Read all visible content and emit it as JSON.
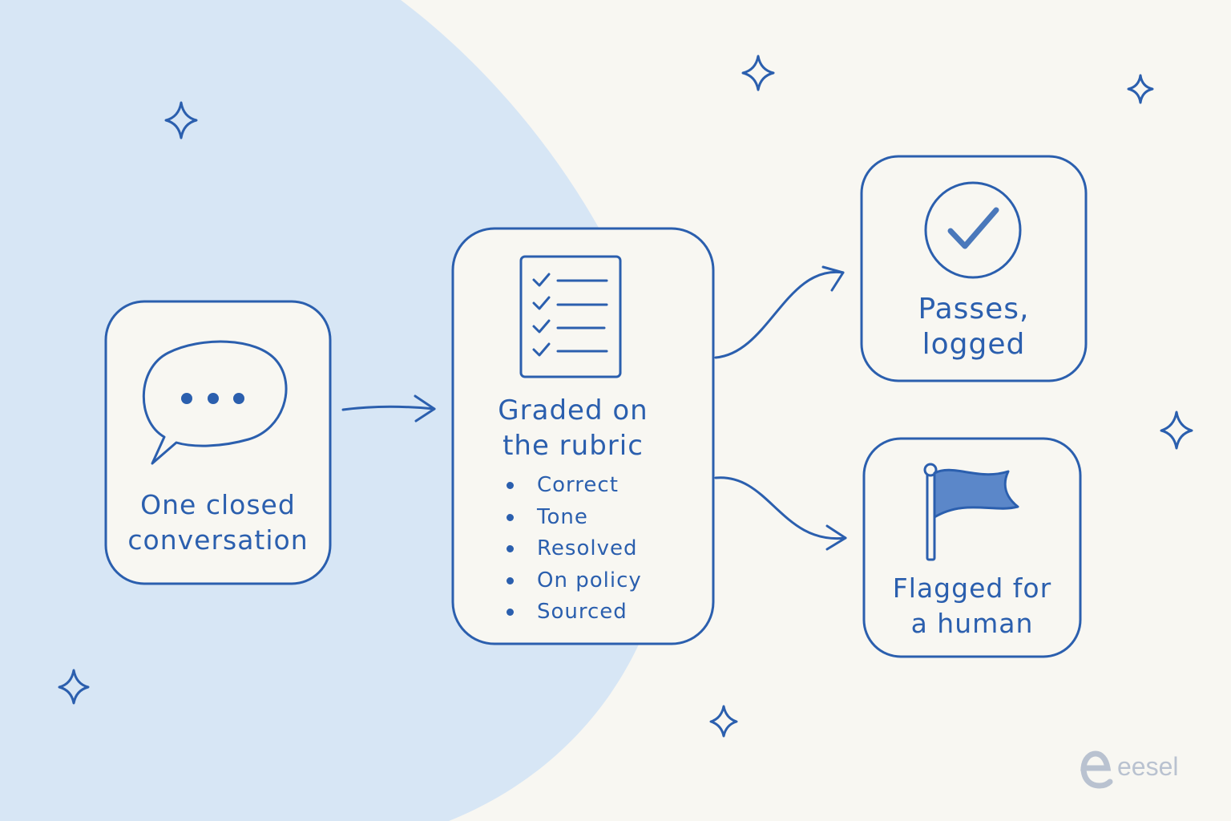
{
  "colors": {
    "background": "#f8f7f2",
    "accent_blob": "#d7e6f5",
    "ink": "#2b5fae",
    "flag_fill": "#5b87c9",
    "logo_gray": "#b9c2d0"
  },
  "nodes": {
    "conversation": {
      "icon": "speech-bubble-icon",
      "label_line1": "One closed",
      "label_line2": "conversation"
    },
    "grading": {
      "icon": "checklist-icon",
      "label_line1": "Graded on",
      "label_line2": "the rubric",
      "criteria": [
        "Correct",
        "Tone",
        "Resolved",
        "On policy",
        "Sourced"
      ]
    },
    "pass": {
      "icon": "checkmark-circle-icon",
      "label_line1": "Passes,",
      "label_line2": "logged"
    },
    "flag": {
      "icon": "flag-icon",
      "label_line1": "Flagged for",
      "label_line2": "a human"
    }
  },
  "logo": {
    "icon": "eesel-logo-icon",
    "text": "eesel"
  }
}
